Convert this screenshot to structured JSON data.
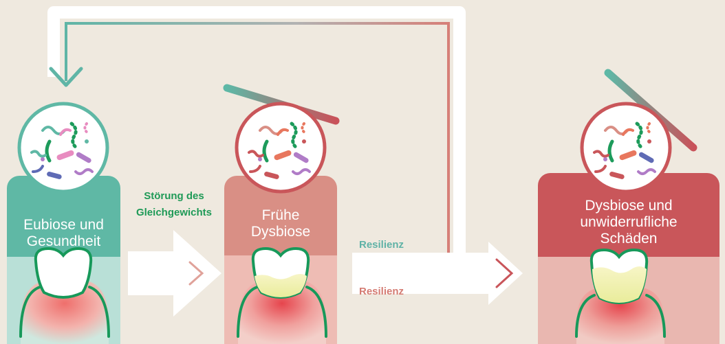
{
  "stages": [
    {
      "title": "Eubiose und\nGesundheit"
    },
    {
      "title": "Frühe\nDysbiose"
    },
    {
      "title": "Dysbiose und\nunwiderrufliche\nSchäden"
    }
  ],
  "transition_label": "Störung des\nGleichgewichts",
  "resilience_upper": "Resilienz",
  "resilience_lower": "Resilienz",
  "colors": {
    "background": "#efe9df",
    "healthy_teal": "#5fb8a5",
    "early_pink": "#d98f85",
    "severe_red": "#c9565a",
    "label_green": "#1f9a57",
    "label_teal": "#5fb2a6",
    "label_red": "#d47b72"
  }
}
